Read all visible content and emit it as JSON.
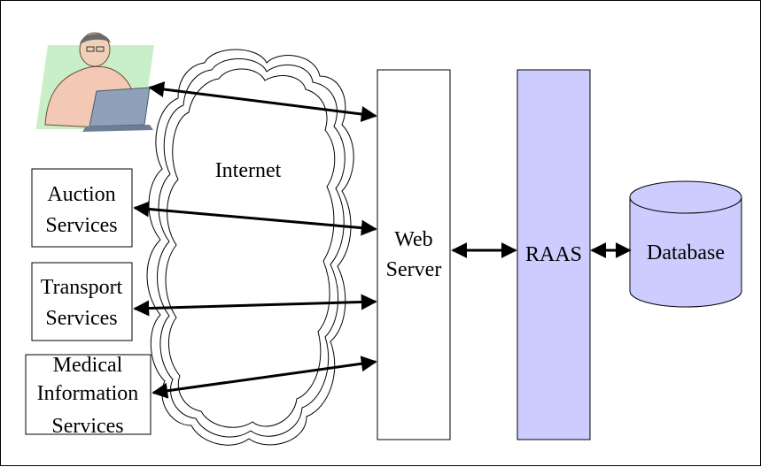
{
  "cloud_label": "Internet",
  "services": [
    {
      "line1": "Auction",
      "line2": "Services"
    },
    {
      "line1": "Transport",
      "line2": "Services"
    },
    {
      "line1": "Medical",
      "line2": "Information",
      "line3": "Services"
    }
  ],
  "web_server": {
    "line1": "Web",
    "line2": "Server"
  },
  "raas": {
    "label": "RAAS"
  },
  "database": {
    "label": "Database"
  },
  "colors": {
    "raas_fill": "#ccccff",
    "database_fill": "#ccccff",
    "stroke": "#000000",
    "user_shirt": "#f3c9b5",
    "user_bg": "#c9efc9"
  }
}
